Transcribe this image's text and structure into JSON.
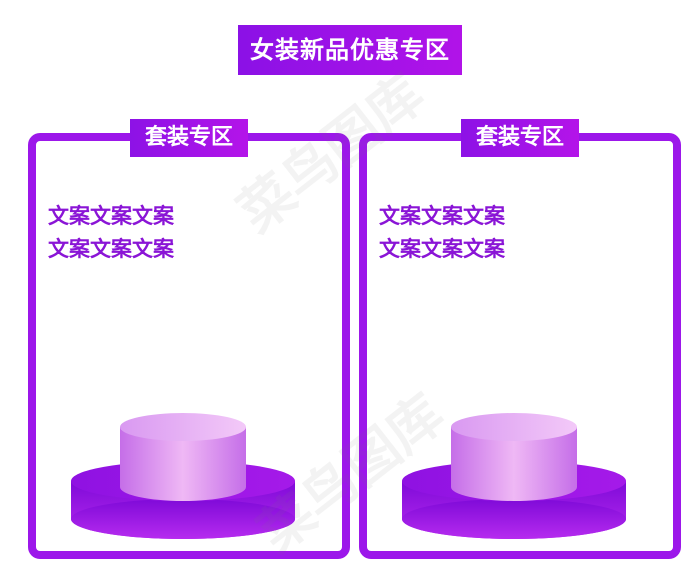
{
  "header": {
    "title": "女装新品优惠专区"
  },
  "panels": [
    {
      "tab_label": "套装专区",
      "copy_line_1": "文案文案文案",
      "copy_line_2": "文案文案文案"
    },
    {
      "tab_label": "套装专区",
      "copy_line_1": "文案文案文案",
      "copy_line_2": "文案文案文案"
    }
  ],
  "watermark": {
    "text_1": "菜鸟图库",
    "text_2": "菜鸟图库"
  },
  "colors": {
    "accent_purple": "#9c17ea",
    "podium_top": "#e6a0f0",
    "podium_base": "#8a0fe0"
  }
}
